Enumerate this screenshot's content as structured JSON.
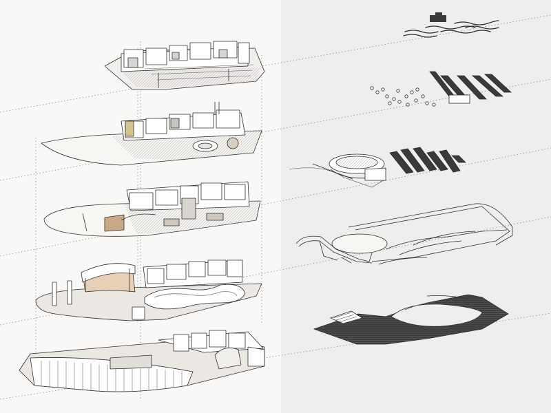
{
  "diagram": {
    "kind": "exploded-axonometric",
    "colors": {
      "background_left": "#f9f8f6",
      "background_right": "#efeeec",
      "line": "#2b2b2b",
      "light_line": "#9a9a9a",
      "wall": "#ffffff",
      "floor": "#ebe8e4",
      "wood": "#c9a987",
      "dark_plate": "#3a3a3a"
    },
    "levels": [
      {
        "id": "level-5",
        "left_drawing": "floor-plan-axonometric",
        "right_drawing": "furniture-and-landscape-strips"
      },
      {
        "id": "level-4",
        "left_drawing": "floor-plan-axonometric",
        "right_drawing": "furniture-dots-and-strips"
      },
      {
        "id": "level-3",
        "left_drawing": "floor-plan-axonometric",
        "right_drawing": "amphitheater-and-strips"
      },
      {
        "id": "level-2",
        "left_drawing": "floor-plan-axonometric",
        "right_drawing": "terrace-outline"
      },
      {
        "id": "level-1",
        "left_drawing": "floor-plan-axonometric",
        "right_drawing": "dark-landscape-plate"
      }
    ]
  }
}
